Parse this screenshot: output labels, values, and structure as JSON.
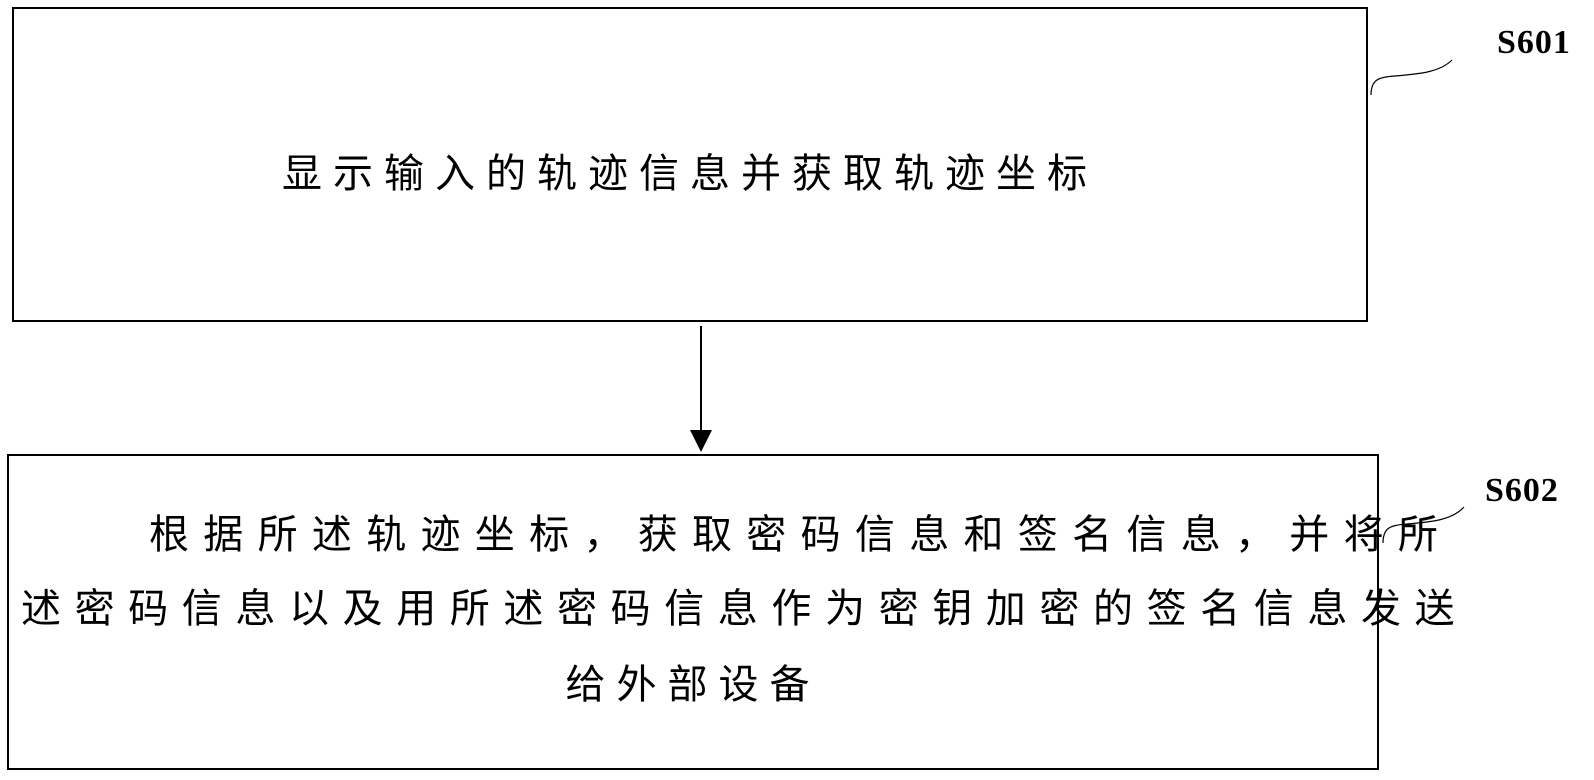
{
  "flowchart": {
    "steps": [
      {
        "id": "S601",
        "label": "S601",
        "text": "显示输入的轨迹信息并获取轨迹坐标"
      },
      {
        "id": "S602",
        "label": "S602",
        "lines": [
          "根据所述轨迹坐标，获取密码信息和签名信息，并将所",
          "述密码信息以及用所述密码信息作为密钥加密的签名信息发送",
          "给外部设备"
        ]
      }
    ],
    "connectors": [
      {
        "from": "S601",
        "to": "S602",
        "type": "arrow-down"
      }
    ],
    "colors": {
      "stroke": "#000000",
      "background": "#ffffff"
    }
  }
}
